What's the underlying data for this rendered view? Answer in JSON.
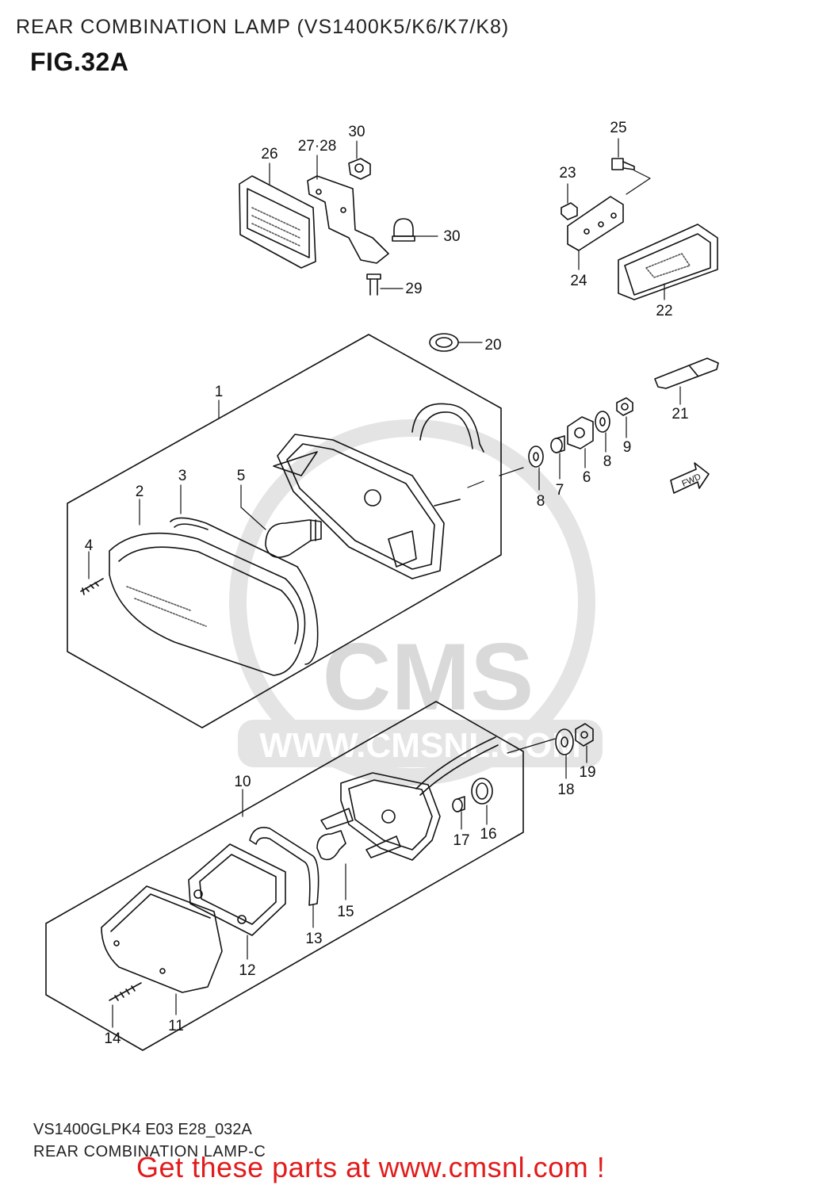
{
  "header": {
    "title": "REAR COMBINATION LAMP (VS1400K5/K6/K7/K8)",
    "fig": "FIG.32A"
  },
  "watermark": {
    "brand": "CMS",
    "url": "WWW.CMSNL.COM"
  },
  "fwd_badge": "FWD",
  "part_labels": {
    "p1": "1",
    "p2": "2",
    "p3": "3",
    "p4": "4",
    "p5": "5",
    "p6": "6",
    "p7": "7",
    "p8a": "8",
    "p8b": "8",
    "p9": "9",
    "p10": "10",
    "p11": "11",
    "p12": "12",
    "p13": "13",
    "p14": "14",
    "p15": "15",
    "p16": "16",
    "p17": "17",
    "p18": "18",
    "p19": "19",
    "p20": "20",
    "p21": "21",
    "p22": "22",
    "p23": "23",
    "p24": "24",
    "p25": "25",
    "p26": "26",
    "p27_28": "27·28",
    "p29": "29",
    "p30a": "30",
    "p30b": "30"
  },
  "footer": {
    "code": "VS1400GLPK4 E03 E28_032A",
    "subtitle": "REAR COMBINATION LAMP-C",
    "cta": "Get these parts at www.cmsnl.com !"
  },
  "colors": {
    "line": "#111111",
    "watermark": "#d9d9d9",
    "cta": "#e21b1b"
  }
}
